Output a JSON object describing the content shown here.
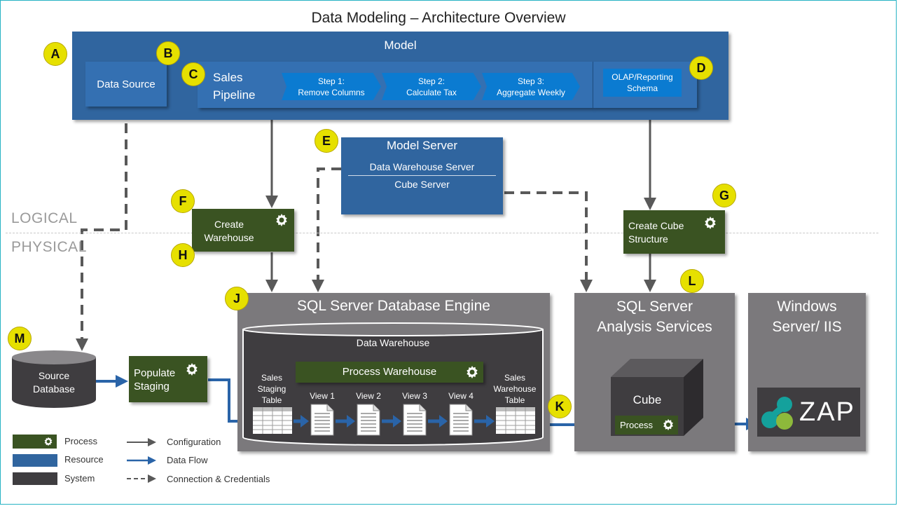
{
  "title": "Data Modeling – Architecture Overview",
  "colors": {
    "resource": "#30659f",
    "resource_inner": "#3470b2",
    "step": "#0b7bd1",
    "process": "#3a5322",
    "system": "#3f3d40",
    "system_container": "#7b797c",
    "badge": "#e6e000",
    "config_arrow": "#595959",
    "data_flow_arrow": "#2a64a8",
    "zap_teal": "#14a19c",
    "zap_green": "#8db93b"
  },
  "layers": {
    "logical": "LOGICAL",
    "physical": "PHYSICAL"
  },
  "model": {
    "title": "Model",
    "data_source": "Data Source",
    "pipeline": {
      "line1": "Sales",
      "line2": "Pipeline"
    },
    "steps": [
      {
        "line1": "Step 1:",
        "line2": "Remove Columns"
      },
      {
        "line1": "Step 2:",
        "line2": "Calculate Tax"
      },
      {
        "line1": "Step 3:",
        "line2": "Aggregate Weekly"
      }
    ],
    "olap": {
      "line1": "OLAP/Reporting",
      "line2": "Schema"
    }
  },
  "model_server": {
    "title": "Model Server",
    "row1": "Data Warehouse Server",
    "row2": "Cube Server"
  },
  "processes": {
    "create_warehouse": {
      "line1": "Create",
      "line2": "Warehouse"
    },
    "create_cube": {
      "line1": "Create Cube",
      "line2": "Structure"
    },
    "populate_staging": {
      "line1": "Populate",
      "line2": "Staging"
    },
    "process_warehouse": "Process Warehouse",
    "cube_process": "Process"
  },
  "source_db": {
    "line1": "Source",
    "line2": "Database"
  },
  "sql_engine": {
    "title": "SQL Server Database Engine",
    "warehouse": "Data Warehouse",
    "staging_table": {
      "line1": "Sales",
      "line2": "Staging",
      "line3": "Table"
    },
    "views": [
      "View 1",
      "View 2",
      "View 3",
      "View 4"
    ],
    "warehouse_table": {
      "line1": "Sales",
      "line2": "Warehouse",
      "line3": "Table"
    }
  },
  "ssas": {
    "line1": "SQL Server",
    "line2": "Analysis Services",
    "cube": "Cube"
  },
  "iis": {
    "line1": "Windows",
    "line2": "Server/ IIS",
    "logo_text": "ZAP"
  },
  "badges": [
    "A",
    "B",
    "C",
    "D",
    "E",
    "F",
    "G",
    "H",
    "J",
    "K",
    "L",
    "M"
  ],
  "legend": {
    "types": [
      "Process",
      "Resource",
      "System"
    ],
    "arrows": [
      "Configuration",
      "Data Flow",
      "Connection & Credentials"
    ]
  }
}
